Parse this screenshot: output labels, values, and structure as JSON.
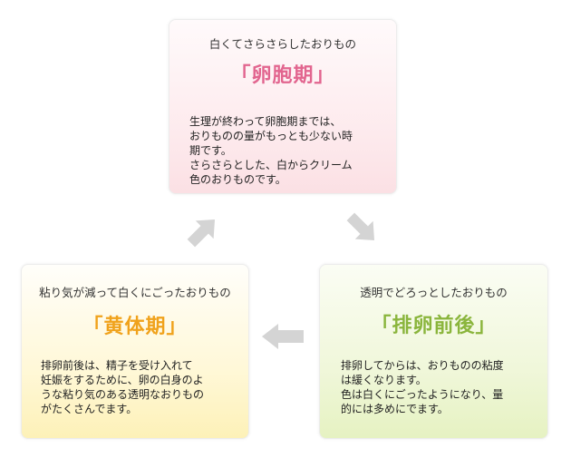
{
  "colors": {
    "ovulation_title": "#e2658f",
    "around_ovulation_title": "#8ab53c",
    "luteal_title": "#f0a21c",
    "arrow": "#d4d4d4"
  },
  "phases": {
    "top": {
      "subtitle": "白くてさらさらしたおりもの",
      "title": "「卵胞期」",
      "description": [
        "生理が終わって卵胞期までは、",
        "おりものの量がもっとも少ない時",
        "期です。",
        "さらさらとした、白からクリーム",
        "色のおりものです。"
      ]
    },
    "right": {
      "subtitle": "透明でどろっとしたおりもの",
      "title": "「排卵前後」",
      "description": [
        "排卵してからは、おりものの粘度",
        "は緩くなります。",
        "色は白くにごったようになり、量",
        "的には多めにでます。"
      ]
    },
    "left": {
      "subtitle": "粘り気が減って白くにごったおりもの",
      "title": "「黄体期」",
      "description": [
        "排卵前後は、精子を受け入れて",
        "妊娠をするために、卵の白身のよ",
        "うな粘り気のある透明なおりもの",
        "がたくさんでます。"
      ]
    }
  },
  "arrows": [
    {
      "icon": "arrow-down-right-icon"
    },
    {
      "icon": "arrow-left-icon"
    },
    {
      "icon": "arrow-up-right-icon"
    }
  ]
}
